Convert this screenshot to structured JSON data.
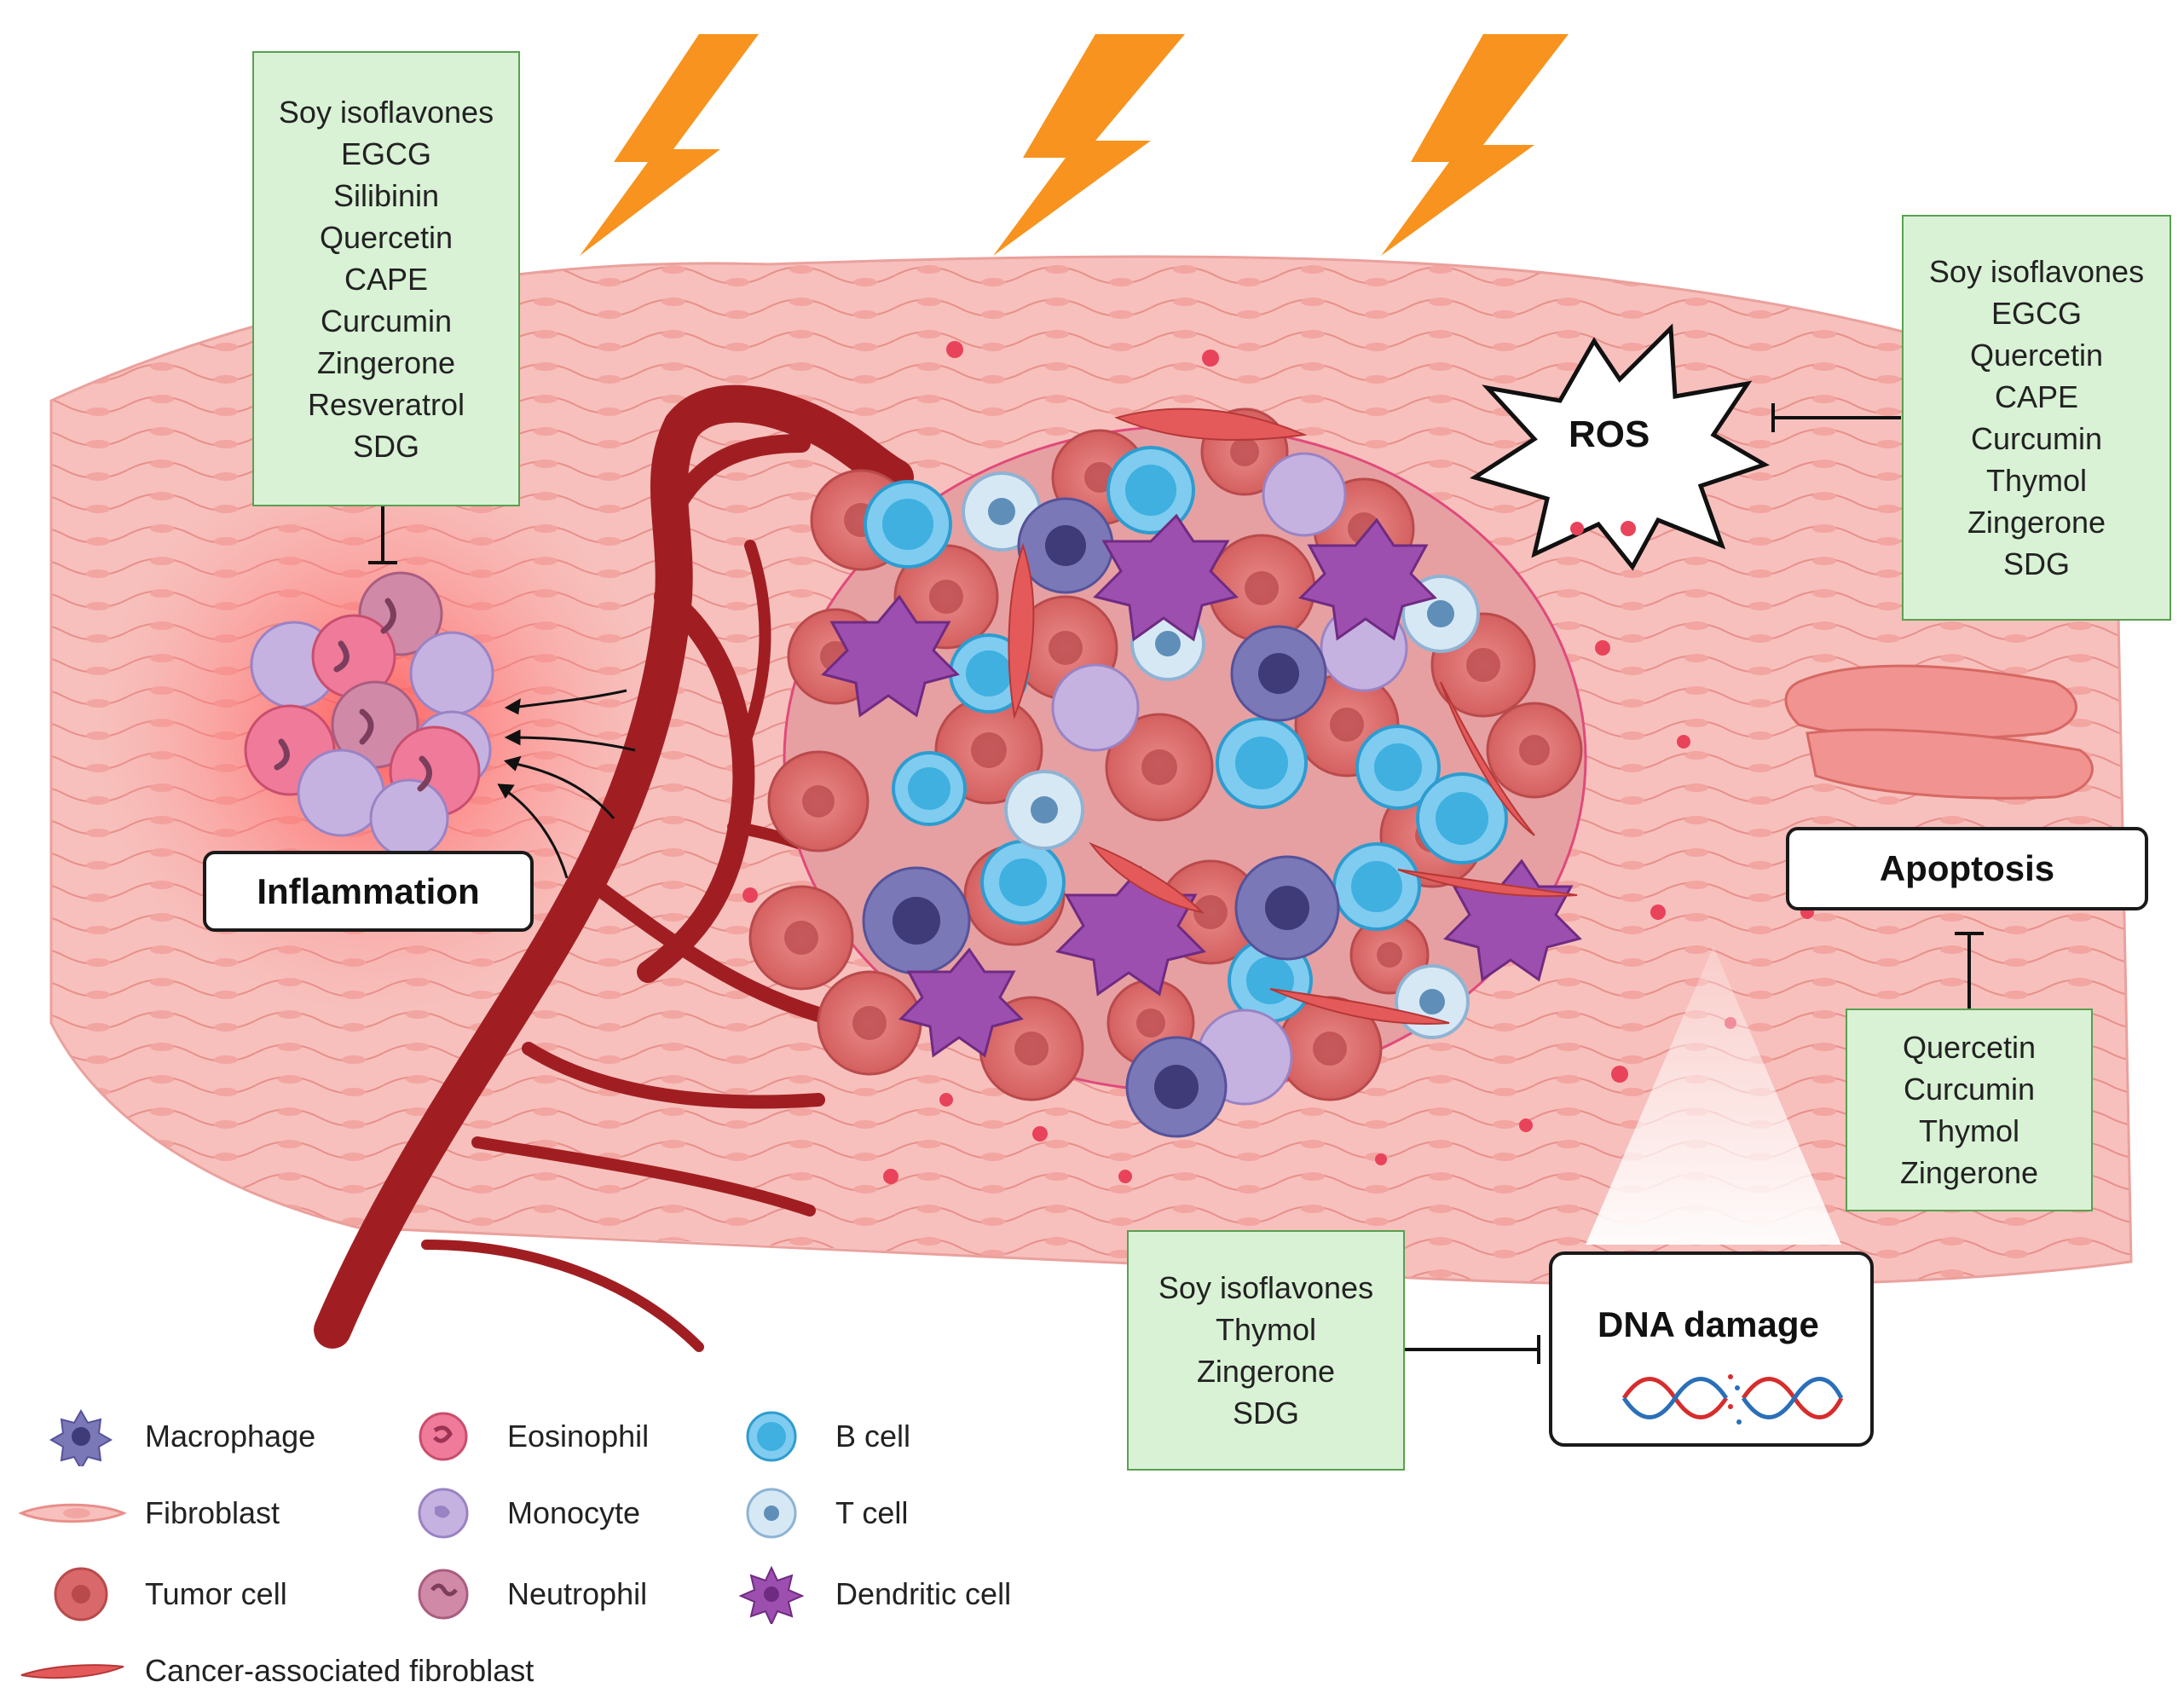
{
  "inflammation_inhibitors": [
    "Soy isoflavones",
    "EGCG",
    "Silibinin",
    "Quercetin",
    "CAPE",
    "Curcumin",
    "Zingerone",
    "Resveratrol",
    "SDG"
  ],
  "ros_inhibitors": [
    "Soy isoflavones",
    "EGCG",
    "Quercetin",
    "CAPE",
    "Curcumin",
    "Thymol",
    "Zingerone",
    "SDG"
  ],
  "apoptosis_inhibitors": [
    "Quercetin",
    "Curcumin",
    "Thymol",
    "Zingerone"
  ],
  "dna_damage_inhibitors": [
    "Soy isoflavones",
    "Thymol",
    "Zingerone",
    "SDG"
  ],
  "labels": {
    "inflammation": "Inflammation",
    "ros": "ROS",
    "apoptosis": "Apoptosis",
    "dna_damage": "DNA damage"
  },
  "legend": [
    {
      "label": "Macrophage",
      "icon": "macrophage-icon"
    },
    {
      "label": "Eosinophil",
      "icon": "eosinophil-icon"
    },
    {
      "label": "B cell",
      "icon": "b-cell-icon"
    },
    {
      "label": "Fibroblast",
      "icon": "fibroblast-icon"
    },
    {
      "label": "Monocyte",
      "icon": "monocyte-icon"
    },
    {
      "label": "T cell",
      "icon": "t-cell-icon"
    },
    {
      "label": "Tumor cell",
      "icon": "tumor-cell-icon"
    },
    {
      "label": "Neutrophil",
      "icon": "neutrophil-icon"
    },
    {
      "label": "Dendritic cell",
      "icon": "dendritic-cell-icon"
    },
    {
      "label": "Cancer-associated fibroblast",
      "icon": "caf-icon"
    }
  ],
  "colors": {
    "tissue": "#f6b8b4",
    "tumor_cell": "#d9686a",
    "vessel": "#a01e22",
    "macrophage": "#7b78b8",
    "eosinophil": "#f07a9a",
    "b_cell": "#3fb0e0",
    "t_cell": "#c4dcef",
    "monocyte": "#c5b2e0",
    "neutrophil": "#d08aa8",
    "dendritic": "#8a3d9e",
    "lightning": "#f7931e",
    "box_fill": "#d9f2d5",
    "box_border": "#5aa050"
  }
}
